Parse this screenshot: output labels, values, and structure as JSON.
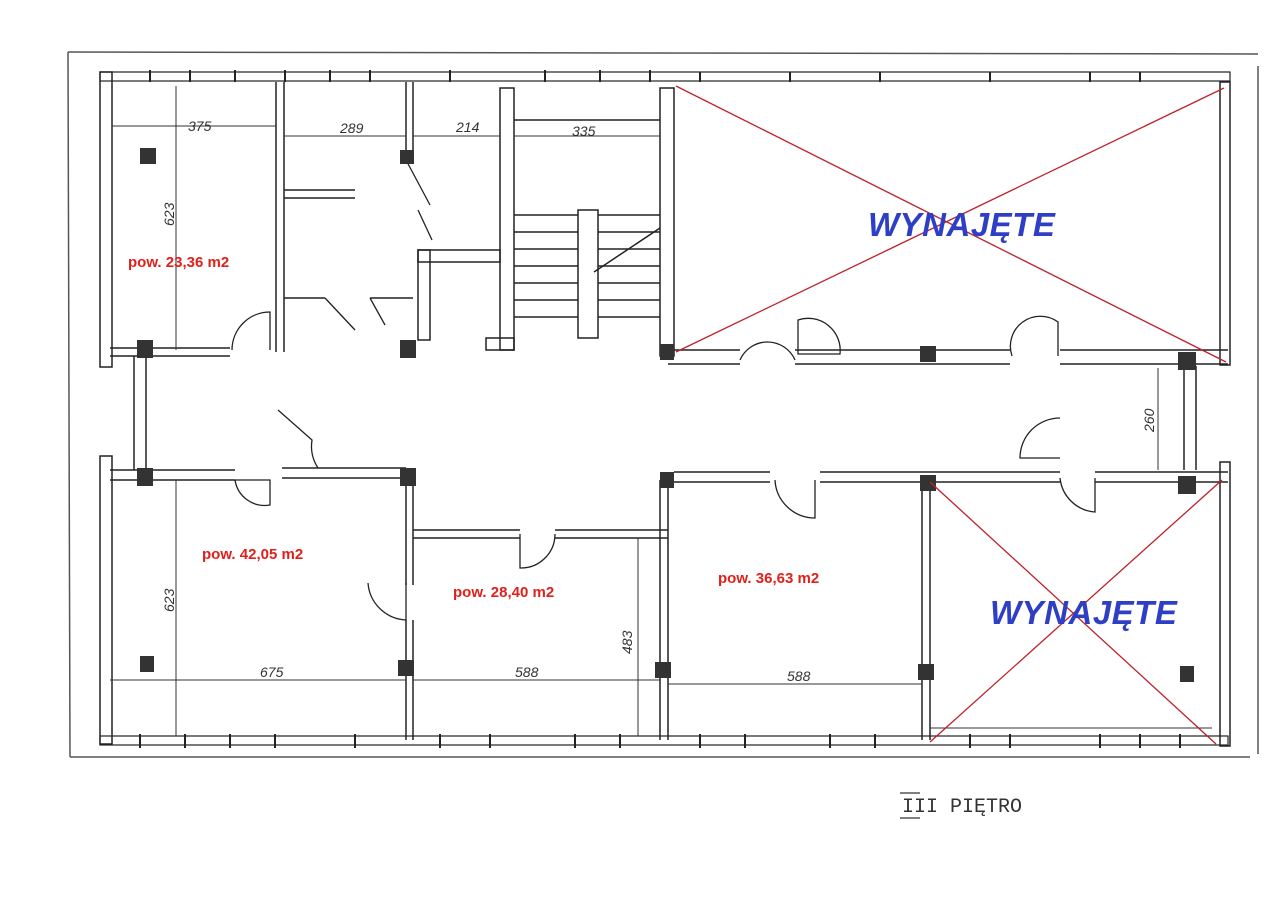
{
  "plan": {
    "floor_label": "III PIĘTRO",
    "colors": {
      "ink": "#222222",
      "area_text": "#e0201b",
      "rented_text": "#2e3fc6",
      "cross": "#c0202a"
    },
    "rooms": [
      {
        "id": "room-nw",
        "area": "pow. 23,36 m2",
        "rented": false
      },
      {
        "id": "room-sw",
        "area": "pow. 42,05 m2",
        "rented": false
      },
      {
        "id": "room-s-mid",
        "area": "pow. 28,40 m2",
        "rented": false
      },
      {
        "id": "room-s-east",
        "area": "pow. 36,63 m2",
        "rented": false
      },
      {
        "id": "room-ne",
        "area": "WYNAJĘTE",
        "rented": true
      },
      {
        "id": "room-se",
        "area": "WYNAJĘTE",
        "rented": true
      }
    ],
    "dimensions": {
      "top_375": "375",
      "top_289": "289",
      "top_214": "214",
      "top_335": "335",
      "left_623_top": "623",
      "left_623_bottom": "623",
      "right_260": "260",
      "bottom_675": "675",
      "bottom_588_a": "588",
      "bottom_588_b": "588",
      "vert_483": "483"
    }
  }
}
